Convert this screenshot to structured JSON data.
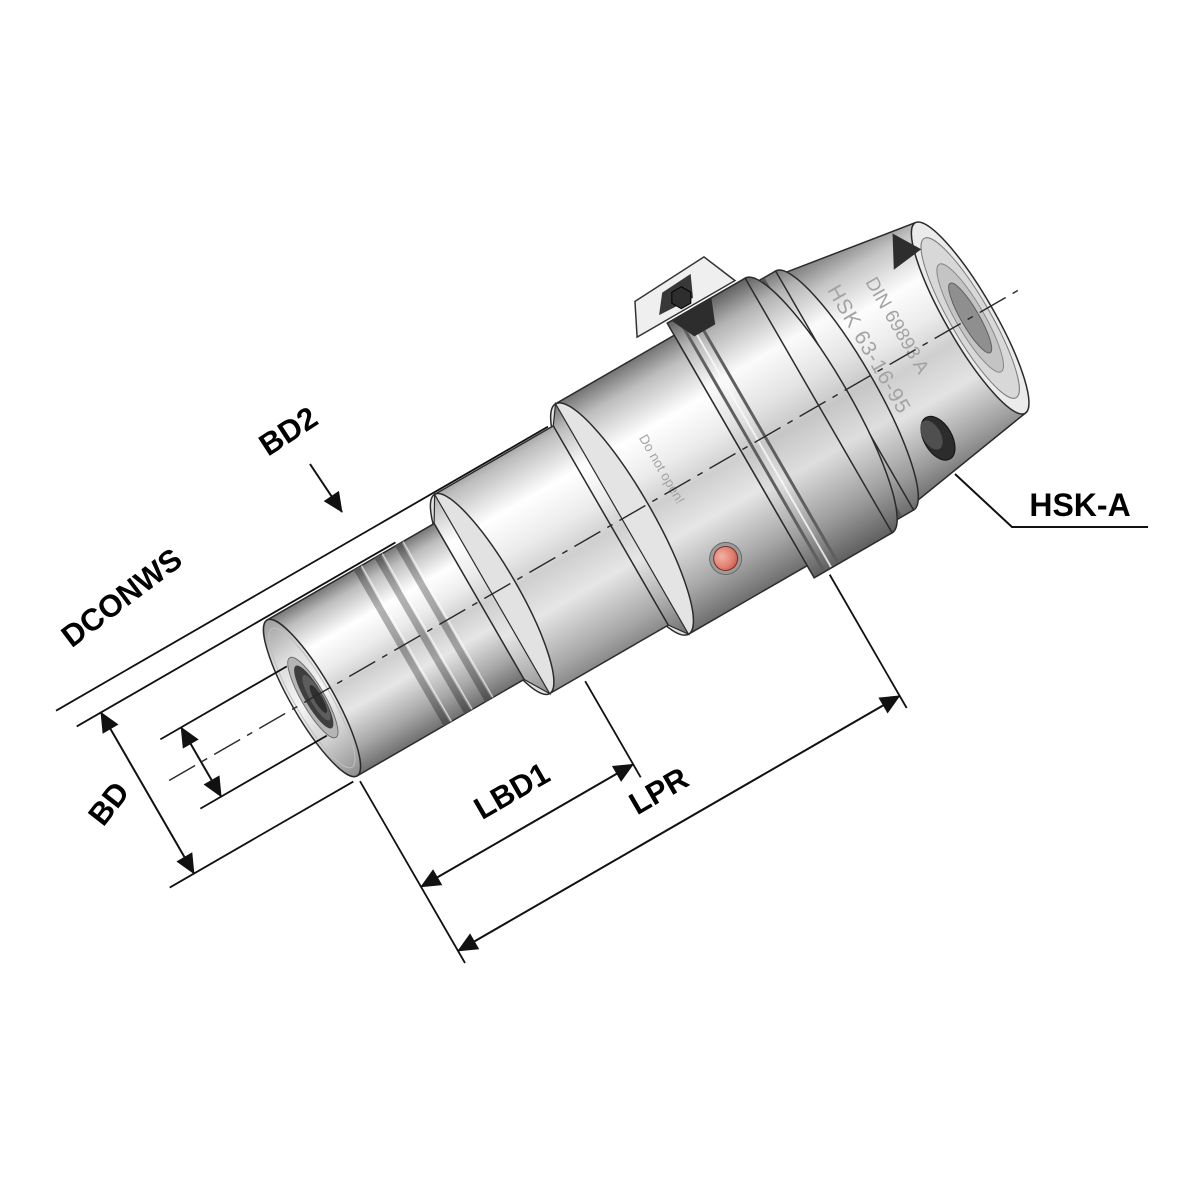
{
  "diagram": {
    "dimension_labels": {
      "bd2": "BD2",
      "dconws": "DCONWS",
      "bd": "BD",
      "lbd1": "LBD1",
      "lpr": "LPR"
    },
    "part_label": "HSK-A",
    "engravings": {
      "model": "HSK 63-16-95",
      "standard": "DIN 69893 A",
      "warning": "Do not open!"
    },
    "colors": {
      "background": "#ffffff",
      "line": "#111111",
      "metal_highlight": "#ffffff",
      "metal_shadow": "#6e6e6e",
      "plug": "#df7e6e"
    }
  }
}
